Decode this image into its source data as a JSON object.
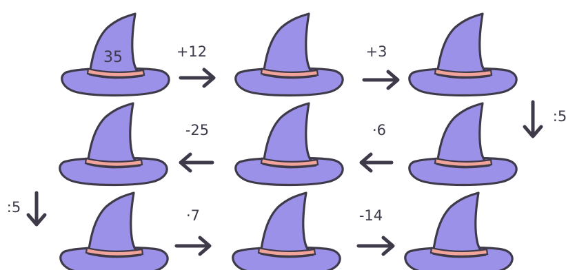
{
  "colors": {
    "hat_fill": "#9b91e8",
    "band_fill": "#f2a39a",
    "outline": "#3f3a4a",
    "background": "#ffffff"
  },
  "hats": [
    {
      "id": "hat-1",
      "value": "35"
    },
    {
      "id": "hat-2",
      "value": ""
    },
    {
      "id": "hat-3",
      "value": ""
    },
    {
      "id": "hat-4",
      "value": ""
    },
    {
      "id": "hat-5",
      "value": ""
    },
    {
      "id": "hat-6",
      "value": ""
    },
    {
      "id": "hat-7",
      "value": ""
    },
    {
      "id": "hat-8",
      "value": ""
    },
    {
      "id": "hat-9",
      "value": ""
    }
  ],
  "operations": [
    {
      "label": "+12",
      "direction": "right"
    },
    {
      "label": "+3",
      "direction": "right"
    },
    {
      "label": ":5",
      "direction": "down"
    },
    {
      "label": "·6",
      "direction": "left"
    },
    {
      "label": "-25",
      "direction": "left"
    },
    {
      "label": ":5",
      "direction": "down"
    },
    {
      "label": "·7",
      "direction": "right"
    },
    {
      "label": "-14",
      "direction": "right"
    }
  ],
  "icons": {
    "hat": "witch-hat-icon",
    "arrow_right": "arrow-right-icon",
    "arrow_left": "arrow-left-icon",
    "arrow_down": "arrow-down-icon"
  }
}
